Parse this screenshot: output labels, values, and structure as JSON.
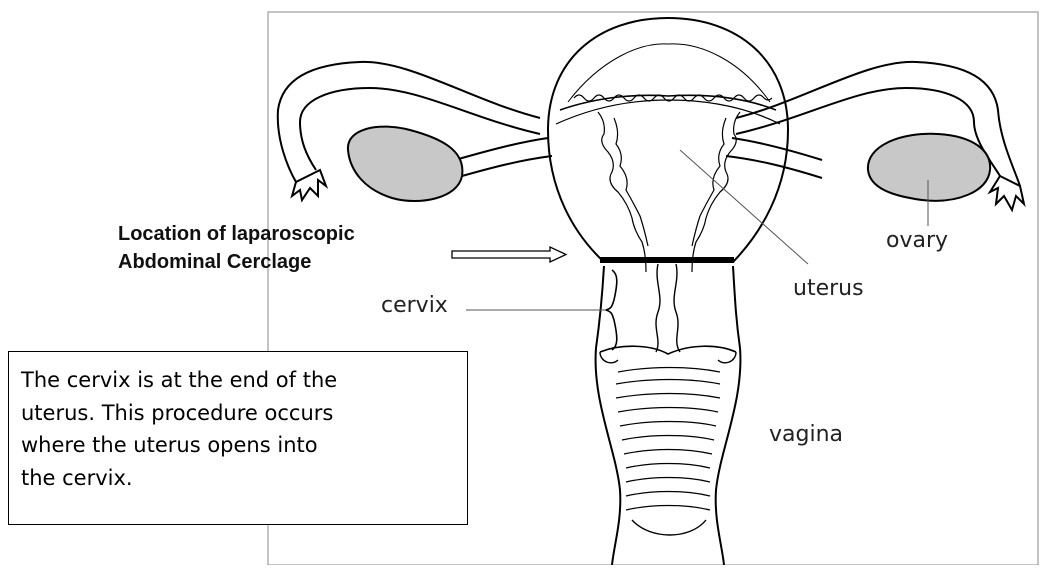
{
  "labels": {
    "ovary": "ovary",
    "uterus": "uterus",
    "cervix": "cervix",
    "vagina": "vagina",
    "cerclage_line1": "Location of laparoscopic",
    "cerclage_line2": "Abdominal Cerclage"
  },
  "note": {
    "line1": "The cervix is at the end of the",
    "line2": "uterus. This procedure occurs",
    "line3": "where the uterus opens into",
    "line4": "the cervix."
  },
  "colors": {
    "ovary_fill": "#c8c8c8",
    "outline": "#000000",
    "cerclage_band": "#000000"
  }
}
